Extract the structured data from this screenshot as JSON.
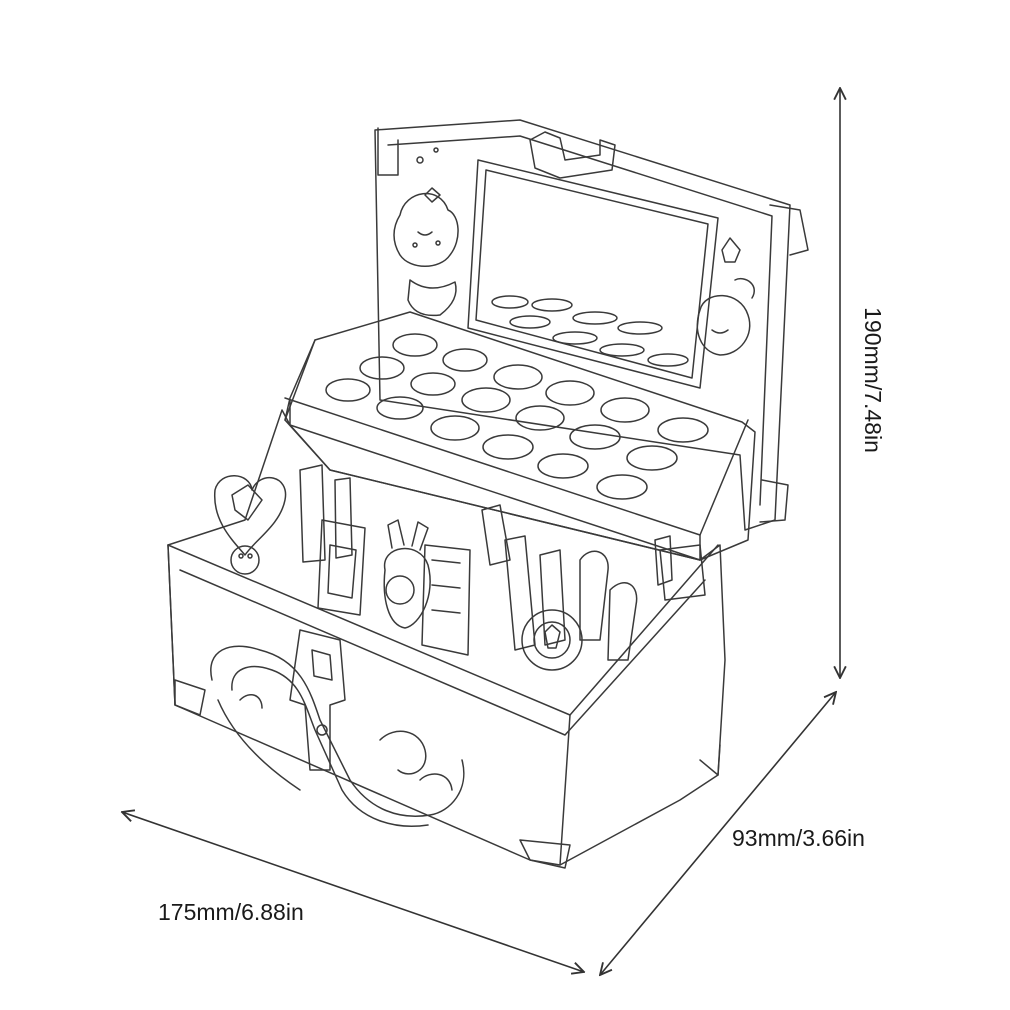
{
  "dimensions": {
    "width_label": "175mm/6.88in",
    "depth_label": "93mm/3.66in",
    "height_label": "190mm/7.48in"
  },
  "colors": {
    "line": "#3a3a3a",
    "arrow": "#333333",
    "background": "#ffffff"
  }
}
